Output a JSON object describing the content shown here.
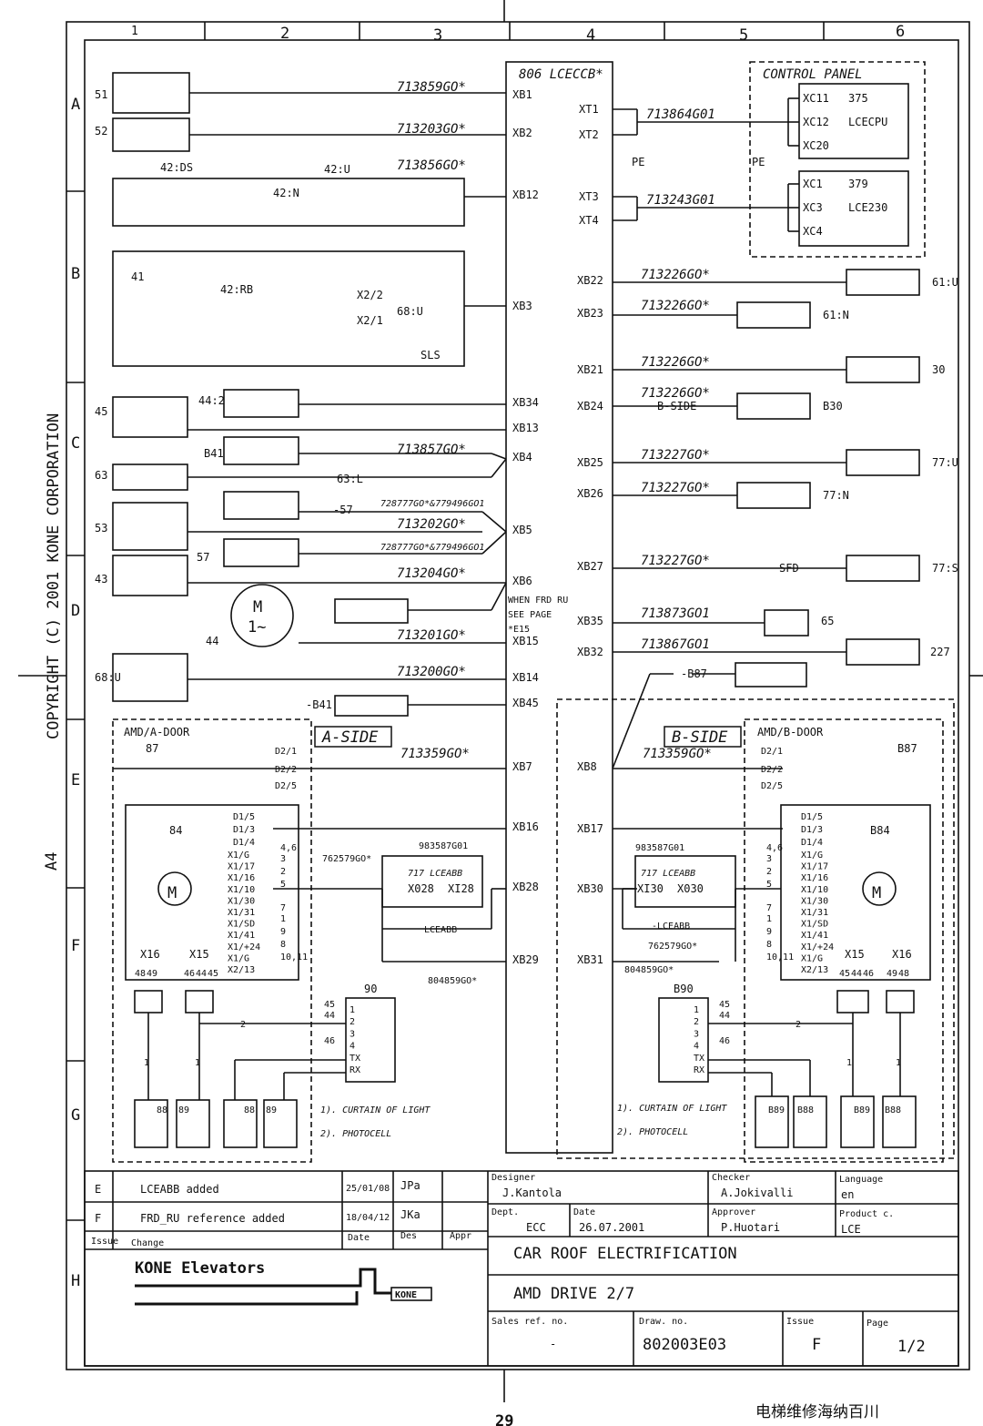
{
  "grid": {
    "columns": [
      "1",
      "2",
      "3",
      "4",
      "5",
      "6"
    ],
    "rows": [
      "A",
      "B",
      "C",
      "D",
      "E",
      "F",
      "G",
      "H"
    ],
    "sheet_size": "A4",
    "copyright": "COPYRIGHT (C) 2001 KONE CORPORATION"
  },
  "main_board": {
    "title": "806 LCECCB*",
    "note_lines": [
      "WHEN FRD RU",
      "SEE PAGE",
      "*E15"
    ]
  },
  "control_panel": {
    "title": "CONTROL PANEL",
    "cpu": {
      "connectors": [
        "XC11",
        "XC12",
        "XC20"
      ],
      "number": "375",
      "name": "LCECPU"
    },
    "lce230": {
      "connectors": [
        "XC1",
        "XC3",
        "XC4"
      ],
      "number": "379",
      "name": "LCE230"
    },
    "pe": "PE",
    "cables": [
      "713864G01",
      "713243G01"
    ],
    "terminals": [
      "XT1",
      "XT2",
      "XT3",
      "XT4"
    ]
  },
  "left_connectors": [
    "XB1",
    "XB2",
    "XB12",
    "XB3",
    "XB34",
    "XB13",
    "XB4",
    "XB5",
    "XB6",
    "XB15",
    "XB14",
    "XB45",
    "XB7",
    "XB16",
    "XB28",
    "XB29"
  ],
  "right_connectors": [
    "XB22",
    "XB23",
    "XB21",
    "XB24",
    "XB25",
    "XB26",
    "XB27",
    "XB35",
    "XB32",
    "XB8",
    "XB17",
    "XB30",
    "XB31"
  ],
  "left_cables": [
    "713859GO*",
    "713203GO*",
    "713856GO*",
    "713857GO*",
    "713202GO*",
    "713204GO*",
    "713201GO*",
    "713200GO*",
    "713359GO*"
  ],
  "left_cable_alt": [
    "728777GO*&779496GO1",
    "728777GO*&779496GO1"
  ],
  "right_cables": [
    "713226GO*",
    "713226GO*",
    "713226GO*",
    "713226GO*",
    "713227GO*",
    "713227GO*",
    "713227GO*",
    "713873GO1",
    "713867GO1",
    "713359GO*"
  ],
  "left_devices": [
    "51",
    "52",
    "42:DS",
    "42:U",
    "42:N",
    "41",
    "42:RB",
    "X2/2",
    "X2/1",
    "68:U",
    "SLS",
    "44:2",
    "45",
    "B41",
    "63",
    "53",
    "57",
    "43",
    "44",
    "68:U",
    "-B41",
    "63:L",
    "-57"
  ],
  "left_plugs": [
    "B41",
    "-B41",
    "63:L",
    "53",
    "57",
    "-57"
  ],
  "motor": {
    "symbol": "M",
    "phase": "1~"
  },
  "right_devices": [
    "61:U",
    "61:N",
    "30",
    "B30",
    "77:U",
    "77:N",
    "77:S",
    "65",
    "227",
    "-B87",
    "B-SIDE",
    "SFD"
  ],
  "a_side": {
    "badge": "A-SIDE",
    "title": "AMD/A-DOOR",
    "switch": "87",
    "drive": "84",
    "terminals": [
      "D2/1",
      "D2/2",
      "D2/5"
    ],
    "d1_pins": [
      "D1/5",
      "D1/3",
      "D1/4"
    ],
    "x1_pins": [
      "X1/G",
      "X1/17",
      "X1/16",
      "X1/10",
      "X1/30",
      "X1/31",
      "X1/SD",
      "X1/41",
      "X1/+24",
      "X1/G",
      "X2/13"
    ],
    "pin_nums": [
      "4,6",
      "3",
      "2",
      "5",
      "7",
      "1",
      "9",
      "8",
      "10,11"
    ],
    "x16": {
      "label": "X16",
      "pins": [
        "48",
        "49"
      ]
    },
    "x15": {
      "label": "X15",
      "pins": [
        "46",
        "44",
        "45"
      ]
    },
    "board": {
      "name": "717 LCEABB",
      "x1": "X028",
      "x2": "XI28"
    },
    "board_cables": [
      "983587G01",
      "762579GO*",
      "804859GO*"
    ],
    "lceabb": "LCEABB",
    "unit": "90",
    "unit_pins": [
      "1",
      "2",
      "3",
      "4",
      "TX",
      "RX"
    ],
    "unit_wires": [
      "45",
      "44",
      "46"
    ],
    "cable_ids": [
      "2",
      "1",
      "1"
    ],
    "sensors": [
      "88",
      "89",
      "88",
      "89"
    ],
    "notes": [
      "1). CURTAIN OF LIGHT",
      "2). PHOTOCELL"
    ]
  },
  "b_side": {
    "badge": "B-SIDE",
    "title": "AMD/B-DOOR",
    "switch": "B87",
    "drive": "B84",
    "terminals": [
      "D2/1",
      "D2/2",
      "D2/5"
    ],
    "d1_pins": [
      "D1/5",
      "D1/3",
      "D1/4"
    ],
    "x1_pins": [
      "X1/G",
      "X1/17",
      "X1/16",
      "X1/10",
      "X1/30",
      "X1/31",
      "X1/SD",
      "X1/41",
      "X1/+24",
      "X1/G",
      "X2/13"
    ],
    "pin_nums": [
      "4,6",
      "3",
      "2",
      "5",
      "7",
      "1",
      "9",
      "8",
      "10,11"
    ],
    "x15": {
      "label": "X15",
      "pins": [
        "45",
        "44",
        "46"
      ]
    },
    "x16": {
      "label": "X16",
      "pins": [
        "49",
        "48"
      ]
    },
    "board": {
      "name": "717 LCEABB",
      "x1": "XI30",
      "x2": "X030"
    },
    "board_cables": [
      "983587G01",
      "762579GO*",
      "804859GO*"
    ],
    "lceabb": "-LCEABB",
    "unit": "B90",
    "unit_pins": [
      "1",
      "2",
      "3",
      "4",
      "TX",
      "RX"
    ],
    "unit_wires": [
      "45",
      "44",
      "46"
    ],
    "cable_ids": [
      "2",
      "1",
      "1"
    ],
    "sensors": [
      "B89",
      "B88",
      "B89",
      "B88"
    ],
    "notes": [
      "1). CURTAIN OF LIGHT",
      "2). PHOTOCELL"
    ]
  },
  "revisions": [
    {
      "issue": "E",
      "change": "LCEABB added",
      "date": "25/01/08",
      "des": "JPa",
      "appr": ""
    },
    {
      "issue": "F",
      "change": "FRD_RU reference added",
      "date": "18/04/12",
      "des": "JKa",
      "appr": ""
    }
  ],
  "revision_headers": {
    "issue": "Issue",
    "change": "Change",
    "date": "Date",
    "des": "Des",
    "appr": "Appr"
  },
  "title_block": {
    "designer_label": "Designer",
    "designer": "J.Kantola",
    "checker_label": "Checker",
    "checker": "A.Jokivalli",
    "language_label": "Language",
    "language": "en",
    "dept_label": "Dept.",
    "dept": "ECC",
    "date_label": "Date",
    "date": "26.07.2001",
    "approver_label": "Approver",
    "approver": "P.Huotari",
    "product_label": "Product c.",
    "product": "LCE",
    "title1": "CAR ROOF ELECTRIFICATION",
    "title2": "AMD DRIVE 2/7",
    "sales_label": "Sales ref. no.",
    "sales": "-",
    "draw_label": "Draw. no.",
    "draw_no": "802003E03",
    "issue_label": "Issue",
    "issue": "F",
    "page_label": "Page",
    "page": "1/2",
    "company": "KONE Elevators",
    "logo": "KONE"
  },
  "page_number": "29",
  "watermark": "电梯维修海纳百川"
}
